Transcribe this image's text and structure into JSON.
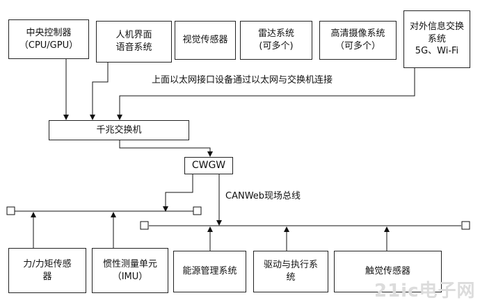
{
  "top_boxes": [
    "中央控制器\n（CPU/GPU）",
    "人机界面\n语音系统",
    "视觉传感器",
    "雷达系统\n(可多个)",
    "高清摄像系统\n（可多个）",
    "对外信息交换\n系统\n5G、Wi-Fi"
  ],
  "ethernet_note": "上面以太网接口设备通过以太网与交换机连接",
  "switch_label": "千兆交换机",
  "cwgw_label": "CWGW",
  "bus_label": "CANWeb现场总线",
  "bottom_boxes": [
    "力/力矩传感\n器",
    "惯性测量单元\n（IMU）",
    "能源管理系统",
    "驱动与执行系\n统",
    "触觉传感器"
  ],
  "watermark": "21ic电子网"
}
